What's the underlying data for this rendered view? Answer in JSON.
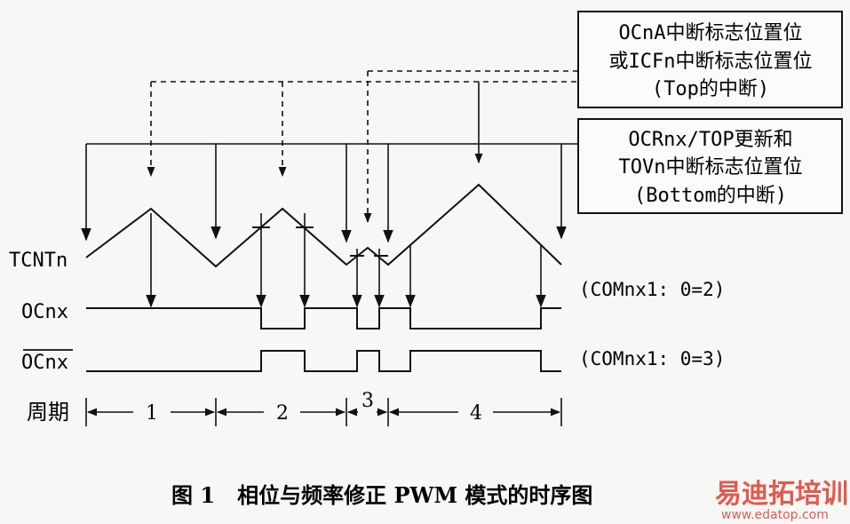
{
  "boxes": {
    "top_interrupt": {
      "line1": "OCnA中断标志位置位",
      "line2": "或ICFn中断标志位置位",
      "line3": "(Top的中断)"
    },
    "bottom_interrupt": {
      "line1": "OCRnx/TOP更新和",
      "line2": "TOVn中断标志位置位",
      "line3": "(Bottom的中断)"
    }
  },
  "signals": {
    "tcnt": "TCNTn",
    "ocnx": "OCnx",
    "ocnx_inv": "OCnx",
    "period": "周期"
  },
  "modes": {
    "mode2": "(COMnx1: 0=2)",
    "mode3": "(COMnx1: 0=3)"
  },
  "periods": [
    "1",
    "2",
    "3",
    "4"
  ],
  "caption": "图 1   相位与频率修正 PWM 模式的时序图",
  "watermark": {
    "brand": "易迪拓培训",
    "url": "www.edatop.com"
  }
}
